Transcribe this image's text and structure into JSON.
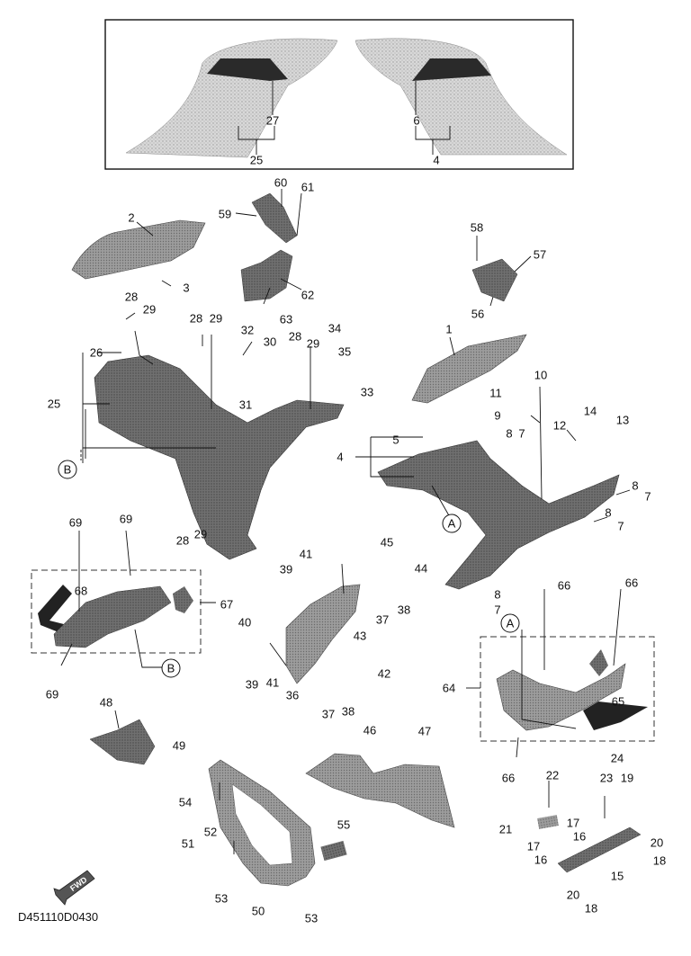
{
  "diagram": {
    "code": "D451110D0430",
    "fwd_label": "FWD",
    "callouts": [
      {
        "id": "c27",
        "text": "27"
      },
      {
        "id": "c25a",
        "text": "25"
      },
      {
        "id": "c6",
        "text": "6"
      },
      {
        "id": "c4a",
        "text": "4"
      },
      {
        "id": "c60",
        "text": "60"
      },
      {
        "id": "c61",
        "text": "61"
      },
      {
        "id": "c59",
        "text": "59"
      },
      {
        "id": "c2",
        "text": "2"
      },
      {
        "id": "c3",
        "text": "3"
      },
      {
        "id": "c62",
        "text": "62"
      },
      {
        "id": "c63",
        "text": "63"
      },
      {
        "id": "c58",
        "text": "58"
      },
      {
        "id": "c57",
        "text": "57"
      },
      {
        "id": "c56",
        "text": "56"
      },
      {
        "id": "c28a",
        "text": "28"
      },
      {
        "id": "c29a",
        "text": "29"
      },
      {
        "id": "c28b",
        "text": "28"
      },
      {
        "id": "c29b",
        "text": "29"
      },
      {
        "id": "c32",
        "text": "32"
      },
      {
        "id": "c30",
        "text": "30"
      },
      {
        "id": "c28c",
        "text": "28"
      },
      {
        "id": "c29c",
        "text": "29"
      },
      {
        "id": "c34",
        "text": "34"
      },
      {
        "id": "c35",
        "text": "35"
      },
      {
        "id": "c26",
        "text": "26"
      },
      {
        "id": "c25b",
        "text": "25"
      },
      {
        "id": "c31",
        "text": "31"
      },
      {
        "id": "c33",
        "text": "33"
      },
      {
        "id": "c1",
        "text": "1"
      },
      {
        "id": "c10",
        "text": "10"
      },
      {
        "id": "c11",
        "text": "11"
      },
      {
        "id": "c9",
        "text": "9"
      },
      {
        "id": "c14",
        "text": "14"
      },
      {
        "id": "c12",
        "text": "12"
      },
      {
        "id": "c13",
        "text": "13"
      },
      {
        "id": "c5",
        "text": "5"
      },
      {
        "id": "c8a",
        "text": "8"
      },
      {
        "id": "c7a",
        "text": "7"
      },
      {
        "id": "c4b",
        "text": "4"
      },
      {
        "id": "c8b",
        "text": "8"
      },
      {
        "id": "c7b",
        "text": "7"
      },
      {
        "id": "c8c",
        "text": "8"
      },
      {
        "id": "c7c",
        "text": "7"
      },
      {
        "id": "c8d",
        "text": "8"
      },
      {
        "id": "c7d",
        "text": "7"
      },
      {
        "id": "c69a",
        "text": "69"
      },
      {
        "id": "c69b",
        "text": "69"
      },
      {
        "id": "c28d",
        "text": "28"
      },
      {
        "id": "c29d",
        "text": "29"
      },
      {
        "id": "c68",
        "text": "68"
      },
      {
        "id": "c67",
        "text": "67"
      },
      {
        "id": "c69c",
        "text": "69"
      },
      {
        "id": "c41a",
        "text": "41"
      },
      {
        "id": "c39a",
        "text": "39"
      },
      {
        "id": "c45",
        "text": "45"
      },
      {
        "id": "c44",
        "text": "44"
      },
      {
        "id": "c37a",
        "text": "37"
      },
      {
        "id": "c38a",
        "text": "38"
      },
      {
        "id": "c40",
        "text": "40"
      },
      {
        "id": "c43",
        "text": "43"
      },
      {
        "id": "c42",
        "text": "42"
      },
      {
        "id": "c39b",
        "text": "39"
      },
      {
        "id": "c41b",
        "text": "41"
      },
      {
        "id": "c36",
        "text": "36"
      },
      {
        "id": "c37b",
        "text": "37"
      },
      {
        "id": "c38b",
        "text": "38"
      },
      {
        "id": "c66a",
        "text": "66"
      },
      {
        "id": "c66b",
        "text": "66"
      },
      {
        "id": "c64",
        "text": "64"
      },
      {
        "id": "c65",
        "text": "65"
      },
      {
        "id": "c66c",
        "text": "66"
      },
      {
        "id": "c48",
        "text": "48"
      },
      {
        "id": "c49",
        "text": "49"
      },
      {
        "id": "c46",
        "text": "46"
      },
      {
        "id": "c47",
        "text": "47"
      },
      {
        "id": "c54",
        "text": "54"
      },
      {
        "id": "c55",
        "text": "55"
      },
      {
        "id": "c51",
        "text": "51"
      },
      {
        "id": "c52",
        "text": "52"
      },
      {
        "id": "c53a",
        "text": "53"
      },
      {
        "id": "c50",
        "text": "50"
      },
      {
        "id": "c53b",
        "text": "53"
      },
      {
        "id": "c22",
        "text": "22"
      },
      {
        "id": "c24",
        "text": "24"
      },
      {
        "id": "c23",
        "text": "23"
      },
      {
        "id": "c19",
        "text": "19"
      },
      {
        "id": "c21",
        "text": "21"
      },
      {
        "id": "c17a",
        "text": "17"
      },
      {
        "id": "c17b",
        "text": "17"
      },
      {
        "id": "c16a",
        "text": "16"
      },
      {
        "id": "c16b",
        "text": "16"
      },
      {
        "id": "c20a",
        "text": "20"
      },
      {
        "id": "c18a",
        "text": "18"
      },
      {
        "id": "c15",
        "text": "15"
      },
      {
        "id": "c20b",
        "text": "20"
      },
      {
        "id": "c18b",
        "text": "18"
      }
    ],
    "refs": [
      {
        "id": "refB1",
        "text": "B"
      },
      {
        "id": "refA1",
        "text": "A"
      },
      {
        "id": "refB2",
        "text": "B"
      },
      {
        "id": "refA2",
        "text": "A"
      }
    ]
  }
}
